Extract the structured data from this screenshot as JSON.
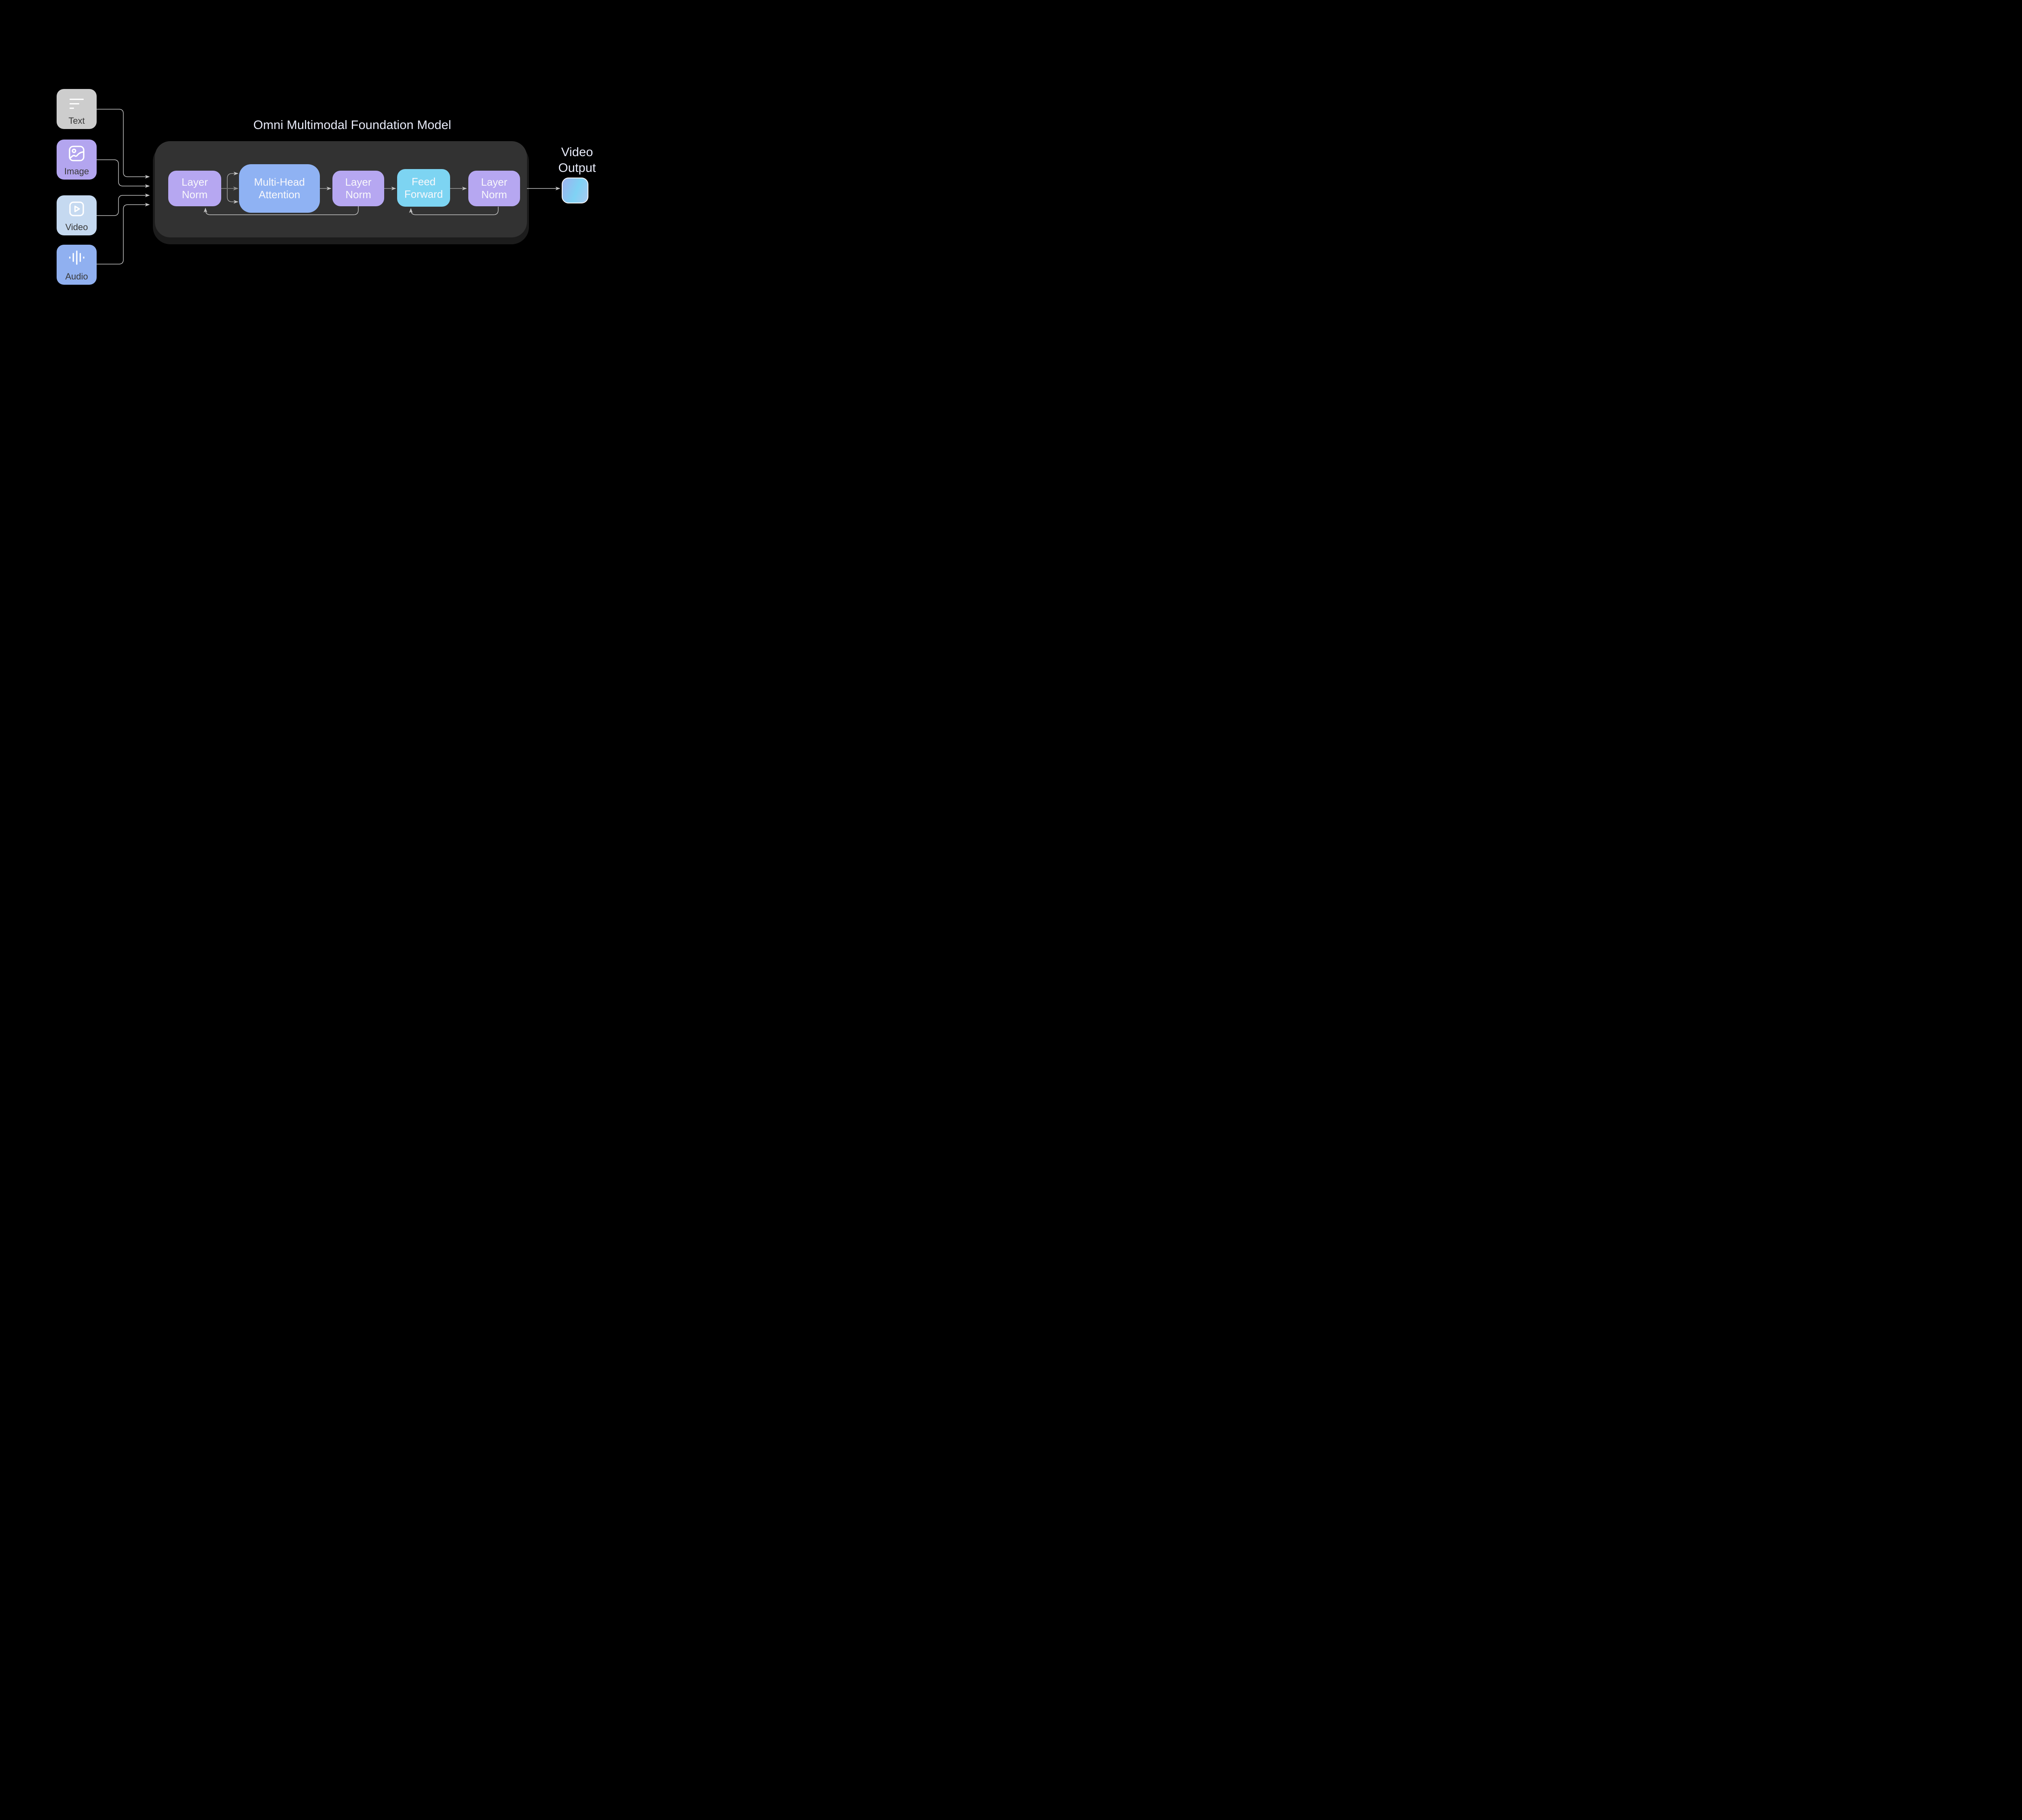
{
  "title": "Omni Multimodal Foundation Model",
  "inputs": [
    {
      "label": "Text",
      "icon": "text-lines-icon"
    },
    {
      "label": "Image",
      "icon": "image-icon"
    },
    {
      "label": "Video",
      "icon": "video-play-icon"
    },
    {
      "label": "Audio",
      "icon": "audio-waveform-icon"
    }
  ],
  "model": {
    "blocks": [
      {
        "line1": "Layer",
        "line2": "Norm"
      },
      {
        "line1": "Multi-Head",
        "line2": "Attention"
      },
      {
        "line1": "Layer",
        "line2": "Norm"
      },
      {
        "line1": "Feed",
        "line2": "Forward"
      },
      {
        "line1": "Layer",
        "line2": "Norm"
      }
    ]
  },
  "output": {
    "line1": "Video",
    "line2": "Output"
  },
  "colors": {
    "background": "#000000",
    "container": "#323232",
    "container_shadow": "#1c1c1c",
    "title_text": "#e7eaf8",
    "block_text": "#f8f8fb",
    "input_label_text": "#383838",
    "text_box": "#cdcdcd",
    "image_box": "#b3a5ef",
    "video_box": "#c5d9f0",
    "audio_box": "#90b0f0",
    "layer_norm_block": "#b6a7f1",
    "attention_block": "#8fb2f3",
    "feed_forward_block": "#7dd4f2",
    "output_gradient_start": "#9db2ee",
    "output_gradient_mid": "#7fd2f4",
    "output_gradient_end": "#a9c9f1",
    "connector_light": "#c6c6c6",
    "connector_mid": "#9d9d9d",
    "connector_dark": "#747474",
    "connector_branch": "#a5a5a5",
    "arrowhead_light": "#c6c6c6",
    "arrowhead_mid": "#c2c2c2",
    "arrowhead_dark": "#8f8f8f",
    "arrowhead_branch": "#c4c4c4"
  }
}
